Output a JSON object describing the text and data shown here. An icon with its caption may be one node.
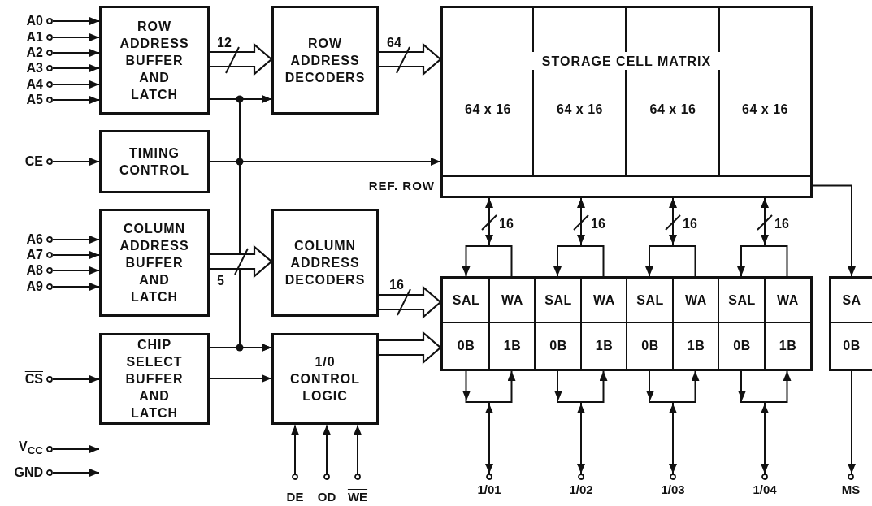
{
  "diagram": {
    "nodes": [
      {
        "text": [
          "ROW ADDRESS BUFFER AND LATCH"
        ]
      },
      {
        "text": [
          "ROW ADDRESS DECODERS"
        ]
      },
      {
        "text": [
          "STORAGE CELL MATRIX"
        ]
      },
      {
        "text": [
          "64 x 16"
        ],
        "in": 2
      },
      {
        "text": [
          "64 x 16"
        ],
        "in": 2
      },
      {
        "text": [
          "64 x 16"
        ],
        "in": 2
      },
      {
        "text": [
          "64 x 16"
        ],
        "in": 2
      },
      {
        "text": [
          "REF. ROW"
        ],
        "in": 2
      },
      {
        "text": [
          "TIMING CONTROL"
        ]
      },
      {
        "text": [
          "COLUMN ADDRESS BUFFER AND LATCH"
        ]
      },
      {
        "text": [
          "COLUMN ADDRESS DECODERS"
        ]
      },
      {
        "text": [
          "CHIP SELECT BUFFER AND LATCH"
        ]
      },
      {
        "text": [
          "1/0 CONTROL LOGIC"
        ]
      },
      {
        "text": [],
        "shape": "box"
      },
      {
        "text": [
          "SAL"
        ],
        "in": 13
      },
      {
        "text": [
          "WA"
        ],
        "in": 13
      },
      {
        "text": [
          "SAL"
        ],
        "in": 13
      },
      {
        "text": [
          "WA"
        ],
        "in": 13
      },
      {
        "text": [
          "SAL"
        ],
        "in": 13
      },
      {
        "text": [
          "WA"
        ],
        "in": 13
      },
      {
        "text": [
          "SAL"
        ],
        "in": 13
      },
      {
        "text": [
          "WA"
        ],
        "in": 13
      },
      {
        "text": [
          "0B"
        ],
        "in": 13
      },
      {
        "text": [
          "1B"
        ],
        "in": 13
      },
      {
        "text": [
          "0B"
        ],
        "in": 13
      },
      {
        "text": [
          "1B"
        ],
        "in": 13
      },
      {
        "text": [
          "0B"
        ],
        "in": 13
      },
      {
        "text": [
          "1B"
        ],
        "in": 13
      },
      {
        "text": [
          "0B"
        ],
        "in": 13
      },
      {
        "text": [
          "1B"
        ],
        "in": 13
      },
      {
        "text": [],
        "shape": "box"
      },
      {
        "text": [
          "SA"
        ],
        "in": 30
      },
      {
        "text": [
          "0B"
        ],
        "in": 30
      },
      {
        "text": [
          "A0"
        ]
      },
      {
        "text": [
          "A1"
        ]
      },
      {
        "text": [
          "A2"
        ]
      },
      {
        "text": [
          "A3"
        ]
      },
      {
        "text": [
          "A4"
        ]
      },
      {
        "text": [
          "A5"
        ]
      },
      {
        "text": [
          "A6"
        ]
      },
      {
        "text": [
          "A7"
        ]
      },
      {
        "text": [
          "A8"
        ]
      },
      {
        "text": [
          "A9"
        ]
      },
      {
        "text": [
          "CE"
        ]
      },
      {
        "text": [
          "CS"
        ]
      },
      {
        "text": [
          "V$_{CC}$"
        ]
      },
      {
        "text": [
          "GND"
        ]
      },
      {
        "text": [
          "DE"
        ]
      },
      {
        "text": [
          "OD"
        ]
      },
      {
        "text": [
          "WE"
        ]
      },
      {
        "text": [
          "1/01"
        ]
      },
      {
        "text": [
          "1/02"
        ]
      },
      {
        "text": [
          "1/03"
        ]
      },
      {
        "text": [
          "1/04"
        ]
      },
      {
        "text": [
          "MS"
        ]
      }
    ],
    "edges": [
      {
        "from": 33,
        "to": 0,
        "arrow": "to"
      },
      {
        "from": 34,
        "to": 0,
        "arrow": "to"
      },
      {
        "from": 35,
        "to": 0,
        "arrow": "to"
      },
      {
        "from": 36,
        "to": 0,
        "arrow": "to"
      },
      {
        "from": 37,
        "to": 0,
        "arrow": "to"
      },
      {
        "from": 38,
        "to": 0,
        "arrow": "to"
      },
      {
        "from": 0,
        "to": 1,
        "arrow": "to",
        "label": "12",
        "style": "thick"
      },
      {
        "from": 1,
        "to": 2,
        "arrow": "to",
        "label": "64",
        "style": "thick"
      },
      {
        "from": 0,
        "to": 1,
        "arrow": "to"
      },
      {
        "from": 43,
        "to": 8,
        "arrow": "to"
      },
      {
        "from": 8,
        "to": 2,
        "arrow": "to"
      },
      {
        "from": 8,
        "to": 1,
        "arrow": "to"
      },
      {
        "from": 8,
        "to": 12,
        "arrow": "to"
      },
      {
        "from": 39,
        "to": 9,
        "arrow": "to"
      },
      {
        "from": 40,
        "to": 9,
        "arrow": "to"
      },
      {
        "from": 41,
        "to": 9,
        "arrow": "to"
      },
      {
        "from": 42,
        "to": 9,
        "arrow": "to"
      },
      {
        "from": 9,
        "to": 10,
        "arrow": "to",
        "label": "5",
        "style": "thick"
      },
      {
        "from": 10,
        "to": 13,
        "arrow": "to",
        "label": "16",
        "style": "thick"
      },
      {
        "from": 11,
        "to": 12,
        "arrow": "to"
      },
      {
        "from": 44,
        "to": 11,
        "arrow": "to"
      },
      {
        "from": 11,
        "to": 12,
        "arrow": "to"
      },
      {
        "from": 12,
        "to": 13,
        "arrow": "to",
        "style": "thick"
      },
      {
        "from": 45,
        "to": null,
        "arrow": "to"
      },
      {
        "from": 46,
        "to": null,
        "arrow": "to"
      },
      {
        "from": 47,
        "to": 12,
        "arrow": "to"
      },
      {
        "from": 48,
        "to": 12,
        "arrow": "to"
      },
      {
        "from": 49,
        "to": 12,
        "arrow": "to"
      },
      {
        "from": 7,
        "to": 14,
        "arrow": "to",
        "label": "16"
      },
      {
        "from": 15,
        "to": 7,
        "arrow": "to"
      },
      {
        "from": 22,
        "to": 50,
        "arrow": "to"
      },
      {
        "from": 50,
        "to": 23,
        "arrow": "to"
      },
      {
        "from": 7,
        "to": 16,
        "arrow": "to",
        "label": "16"
      },
      {
        "from": 17,
        "to": 7,
        "arrow": "to"
      },
      {
        "from": 24,
        "to": 51,
        "arrow": "to"
      },
      {
        "from": 51,
        "to": 25,
        "arrow": "to"
      },
      {
        "from": 7,
        "to": 18,
        "arrow": "to",
        "label": "16"
      },
      {
        "from": 19,
        "to": 7,
        "arrow": "to"
      },
      {
        "from": 26,
        "to": 52,
        "arrow": "to"
      },
      {
        "from": 52,
        "to": 27,
        "arrow": "to"
      },
      {
        "from": 7,
        "to": 20,
        "arrow": "to",
        "label": "16"
      },
      {
        "from": 21,
        "to": 7,
        "arrow": "to"
      },
      {
        "from": 28,
        "to": 53,
        "arrow": "to"
      },
      {
        "from": 53,
        "to": 29,
        "arrow": "to"
      },
      {
        "from": 7,
        "to": 31,
        "arrow": "to"
      },
      {
        "from": 32,
        "to": 54,
        "arrow": "to"
      }
    ]
  }
}
